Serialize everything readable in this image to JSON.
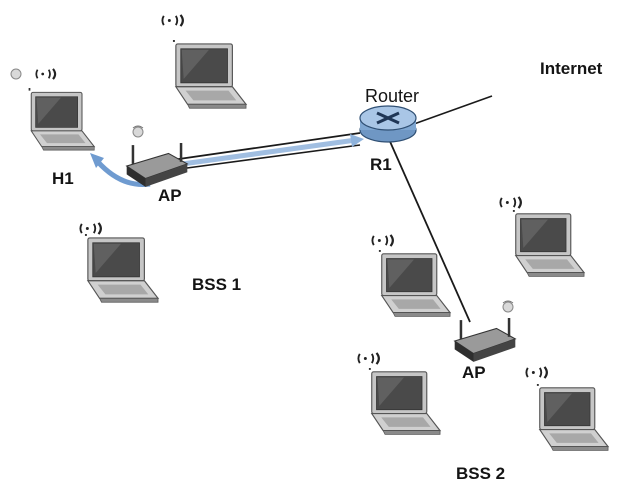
{
  "labels": {
    "internet": "Internet",
    "router": "Router",
    "r1": "R1",
    "h1": "H1",
    "ap1": "AP",
    "ap2": "AP",
    "bss1": "BSS 1",
    "bss2": "BSS 2"
  },
  "colors": {
    "background": "#ffffff",
    "link": "#1a1a1a",
    "path_arrow": "#8fb3dc",
    "router_body": "#7ea6d1",
    "laptop_body": "#b9b9b9",
    "laptop_screen": "#4a4a4a",
    "ap_body": "#3a3a3a"
  },
  "icons": {
    "laptop": "laptop-icon",
    "router": "router-icon",
    "access_point": "access-point-icon",
    "wireless": "wireless-signal-icon"
  }
}
